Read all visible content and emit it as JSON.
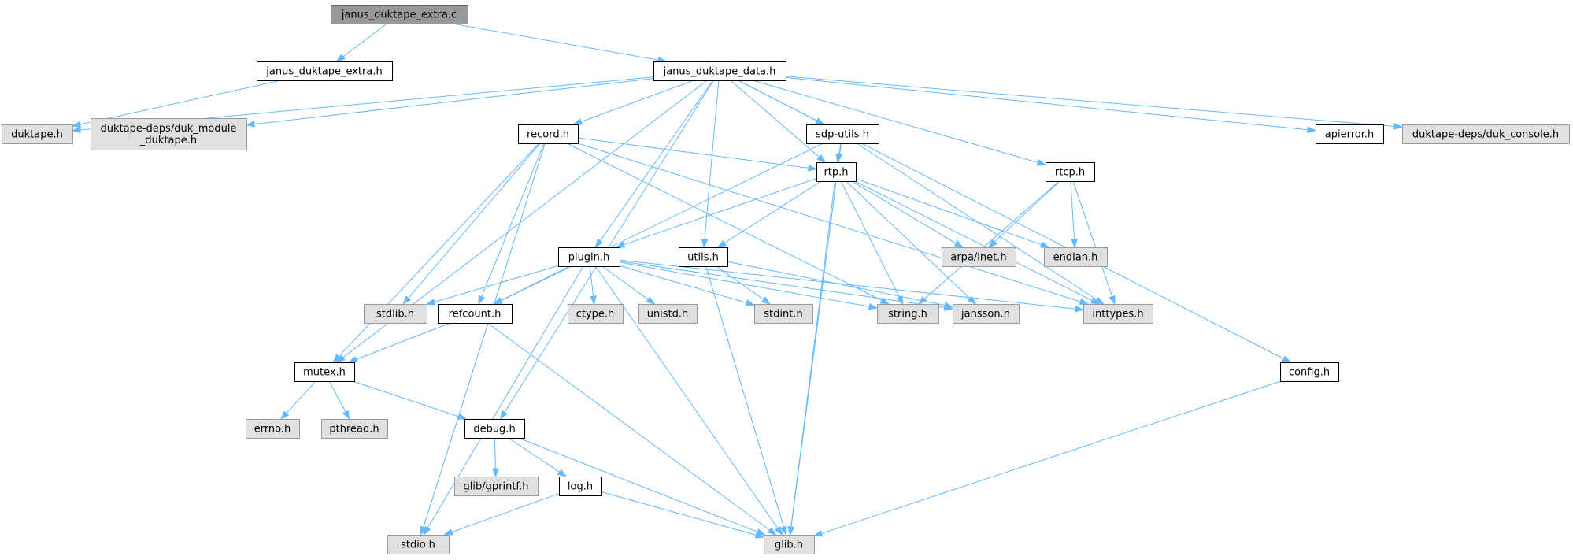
{
  "colors": {
    "edge": "#63b8ff",
    "root_fill": "#999999",
    "root_stroke": "#666666",
    "local_fill": "#ffffff",
    "local_stroke": "#000000",
    "system_fill": "#e0e0e0",
    "system_stroke": "#999999"
  },
  "nodes": [
    {
      "id": "janus_duktape_extra_c",
      "label": "janus_duktape_extra.c",
      "kind": "root"
    },
    {
      "id": "janus_duktape_extra_h",
      "label": "janus_duktape_extra.h",
      "kind": "local"
    },
    {
      "id": "janus_duktape_data_h",
      "label": "janus_duktape_data.h",
      "kind": "local"
    },
    {
      "id": "duktape_h",
      "label": "duktape.h",
      "kind": "system"
    },
    {
      "id": "duk_module_duktape_h",
      "label": "duktape-deps/duk_module\n_duktape.h",
      "kind": "system"
    },
    {
      "id": "record_h",
      "label": "record.h",
      "kind": "local"
    },
    {
      "id": "sdp_utils_h",
      "label": "sdp-utils.h",
      "kind": "local"
    },
    {
      "id": "apierror_h",
      "label": "apierror.h",
      "kind": "local"
    },
    {
      "id": "duk_console_h",
      "label": "duktape-deps/duk_console.h",
      "kind": "system"
    },
    {
      "id": "rtp_h",
      "label": "rtp.h",
      "kind": "local"
    },
    {
      "id": "rtcp_h",
      "label": "rtcp.h",
      "kind": "local"
    },
    {
      "id": "plugin_h",
      "label": "plugin.h",
      "kind": "local"
    },
    {
      "id": "utils_h",
      "label": "utils.h",
      "kind": "local"
    },
    {
      "id": "arpa_inet_h",
      "label": "arpa/inet.h",
      "kind": "system"
    },
    {
      "id": "endian_h",
      "label": "endian.h",
      "kind": "system"
    },
    {
      "id": "stdlib_h",
      "label": "stdlib.h",
      "kind": "system"
    },
    {
      "id": "refcount_h",
      "label": "refcount.h",
      "kind": "local"
    },
    {
      "id": "ctype_h",
      "label": "ctype.h",
      "kind": "system"
    },
    {
      "id": "unistd_h",
      "label": "unistd.h",
      "kind": "system"
    },
    {
      "id": "stdint_h",
      "label": "stdint.h",
      "kind": "system"
    },
    {
      "id": "string_h",
      "label": "string.h",
      "kind": "system"
    },
    {
      "id": "jansson_h",
      "label": "jansson.h",
      "kind": "system"
    },
    {
      "id": "inttypes_h",
      "label": "inttypes.h",
      "kind": "system"
    },
    {
      "id": "mutex_h",
      "label": "mutex.h",
      "kind": "local"
    },
    {
      "id": "config_h",
      "label": "config.h",
      "kind": "local"
    },
    {
      "id": "errno_h",
      "label": "errno.h",
      "kind": "system"
    },
    {
      "id": "pthread_h",
      "label": "pthread.h",
      "kind": "system"
    },
    {
      "id": "debug_h",
      "label": "debug.h",
      "kind": "local"
    },
    {
      "id": "gprintf_h",
      "label": "glib/gprintf.h",
      "kind": "system"
    },
    {
      "id": "log_h",
      "label": "log.h",
      "kind": "local"
    },
    {
      "id": "stdio_h",
      "label": "stdio.h",
      "kind": "system"
    },
    {
      "id": "glib_h",
      "label": "glib.h",
      "kind": "system"
    }
  ],
  "edges": [
    {
      "from": "janus_duktape_extra_c",
      "to": "janus_duktape_extra_h"
    },
    {
      "from": "janus_duktape_extra_c",
      "to": "janus_duktape_data_h"
    },
    {
      "from": "janus_duktape_extra_h",
      "to": "duktape_h"
    },
    {
      "from": "janus_duktape_data_h",
      "to": "duktape_h"
    },
    {
      "from": "janus_duktape_data_h",
      "to": "duk_module_duktape_h"
    },
    {
      "from": "janus_duktape_data_h",
      "to": "mutex_h"
    },
    {
      "from": "janus_duktape_data_h",
      "to": "debug_h"
    },
    {
      "from": "janus_duktape_data_h",
      "to": "record_h"
    },
    {
      "from": "janus_duktape_data_h",
      "to": "plugin_h"
    },
    {
      "from": "janus_duktape_data_h",
      "to": "utils_h"
    },
    {
      "from": "janus_duktape_data_h",
      "to": "rtp_h"
    },
    {
      "from": "janus_duktape_data_h",
      "to": "sdp_utils_h"
    },
    {
      "from": "janus_duktape_data_h",
      "to": "rtcp_h"
    },
    {
      "from": "janus_duktape_data_h",
      "to": "apierror_h"
    },
    {
      "from": "janus_duktape_data_h",
      "to": "duk_console_h"
    },
    {
      "from": "janus_duktape_data_h",
      "to": "config_h"
    },
    {
      "from": "record_h",
      "to": "stdio_h"
    },
    {
      "from": "record_h",
      "to": "stdlib_h"
    },
    {
      "from": "record_h",
      "to": "mutex_h"
    },
    {
      "from": "record_h",
      "to": "refcount_h"
    },
    {
      "from": "record_h",
      "to": "rtp_h"
    },
    {
      "from": "record_h",
      "to": "string_h"
    },
    {
      "from": "record_h",
      "to": "inttypes_h"
    },
    {
      "from": "sdp_utils_h",
      "to": "rtp_h"
    },
    {
      "from": "sdp_utils_h",
      "to": "refcount_h"
    },
    {
      "from": "sdp_utils_h",
      "to": "inttypes_h"
    },
    {
      "from": "sdp_utils_h",
      "to": "glib_h"
    },
    {
      "from": "rtp_h",
      "to": "plugin_h"
    },
    {
      "from": "rtp_h",
      "to": "utils_h"
    },
    {
      "from": "rtp_h",
      "to": "arpa_inet_h"
    },
    {
      "from": "rtp_h",
      "to": "endian_h"
    },
    {
      "from": "rtp_h",
      "to": "string_h"
    },
    {
      "from": "rtp_h",
      "to": "jansson_h"
    },
    {
      "from": "rtp_h",
      "to": "inttypes_h"
    },
    {
      "from": "rtp_h",
      "to": "glib_h"
    },
    {
      "from": "rtcp_h",
      "to": "arpa_inet_h"
    },
    {
      "from": "rtcp_h",
      "to": "endian_h"
    },
    {
      "from": "rtcp_h",
      "to": "string_h"
    },
    {
      "from": "rtcp_h",
      "to": "inttypes_h"
    },
    {
      "from": "plugin_h",
      "to": "stdlib_h"
    },
    {
      "from": "plugin_h",
      "to": "refcount_h"
    },
    {
      "from": "plugin_h",
      "to": "ctype_h"
    },
    {
      "from": "plugin_h",
      "to": "unistd_h"
    },
    {
      "from": "plugin_h",
      "to": "stdint_h"
    },
    {
      "from": "plugin_h",
      "to": "string_h"
    },
    {
      "from": "plugin_h",
      "to": "jansson_h"
    },
    {
      "from": "plugin_h",
      "to": "inttypes_h"
    },
    {
      "from": "plugin_h",
      "to": "stdio_h"
    },
    {
      "from": "plugin_h",
      "to": "glib_h"
    },
    {
      "from": "utils_h",
      "to": "stdint_h"
    },
    {
      "from": "utils_h",
      "to": "jansson_h"
    },
    {
      "from": "utils_h",
      "to": "glib_h"
    },
    {
      "from": "refcount_h",
      "to": "mutex_h"
    },
    {
      "from": "refcount_h",
      "to": "glib_h"
    },
    {
      "from": "mutex_h",
      "to": "errno_h"
    },
    {
      "from": "mutex_h",
      "to": "pthread_h"
    },
    {
      "from": "mutex_h",
      "to": "debug_h"
    },
    {
      "from": "debug_h",
      "to": "gprintf_h"
    },
    {
      "from": "debug_h",
      "to": "log_h"
    },
    {
      "from": "debug_h",
      "to": "glib_h"
    },
    {
      "from": "log_h",
      "to": "stdio_h"
    },
    {
      "from": "log_h",
      "to": "glib_h"
    },
    {
      "from": "config_h",
      "to": "glib_h"
    }
  ]
}
